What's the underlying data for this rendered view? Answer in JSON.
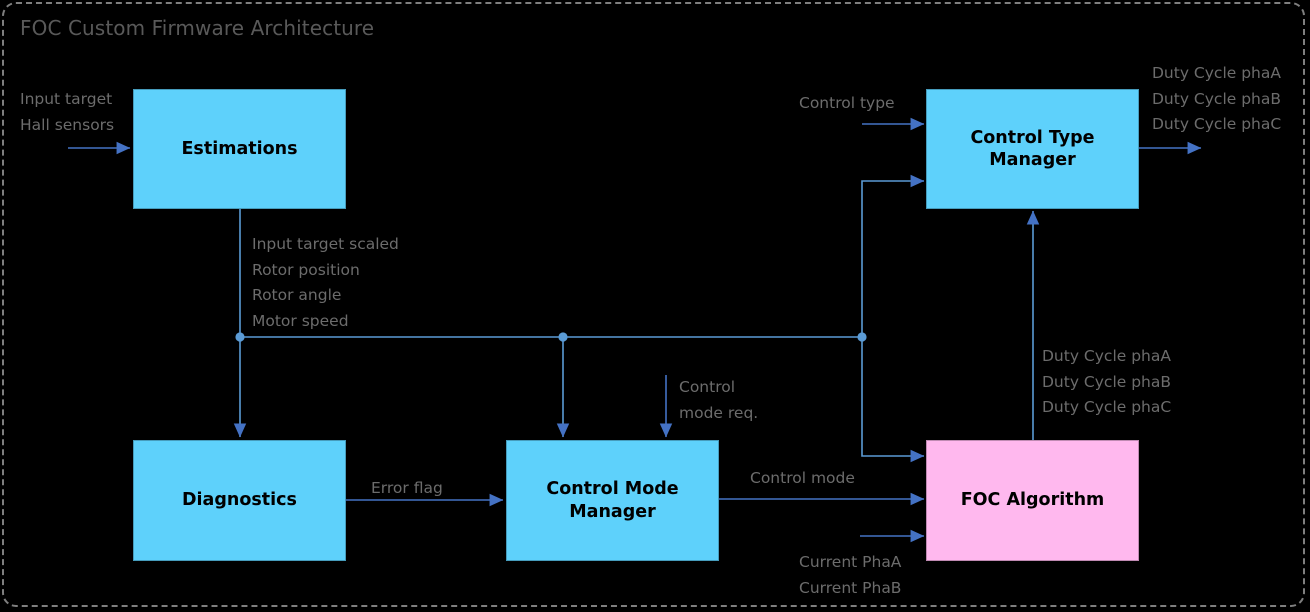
{
  "diagram": {
    "title": "FOC Custom Firmware Architecture",
    "colors": {
      "block_cyan": "#5ED1FB",
      "block_pink": "#FFB8EE",
      "wire_blue": "#4472C4",
      "junction_blue": "#5B9BD5",
      "label_gray": "#6c6c6c",
      "title_gray": "#595959",
      "frame_gray": "#7f7f7f",
      "background": "#000000"
    },
    "blocks": [
      {
        "id": "estimations",
        "label": "Estimations",
        "fill": "cyan"
      },
      {
        "id": "control-type-manager",
        "label": "Control Type\nManager",
        "fill": "cyan"
      },
      {
        "id": "diagnostics",
        "label": "Diagnostics",
        "fill": "cyan"
      },
      {
        "id": "control-mode-manager",
        "label": "Control Mode\nManager",
        "fill": "cyan"
      },
      {
        "id": "foc-algorithm",
        "label": "FOC\nAlgorithm",
        "fill": "pink"
      }
    ],
    "labels": {
      "estimations_inputs": "Input target\nHall sensors",
      "estimations_outputs": "Input target scaled\nRotor position\nRotor angle\nMotor speed",
      "control_type_input": "Control type",
      "control_type_outputs": "Duty Cycle phaA\nDuty Cycle phaB\nDuty Cycle phaC",
      "foc_outputs": "Duty Cycle phaA\nDuty Cycle phaB\nDuty Cycle phaC",
      "control_mode_req": "Control\nmode req.",
      "error_flag": "Error flag",
      "control_mode": "Control mode",
      "current_inputs": "Current PhaA\nCurrent PhaB"
    }
  }
}
